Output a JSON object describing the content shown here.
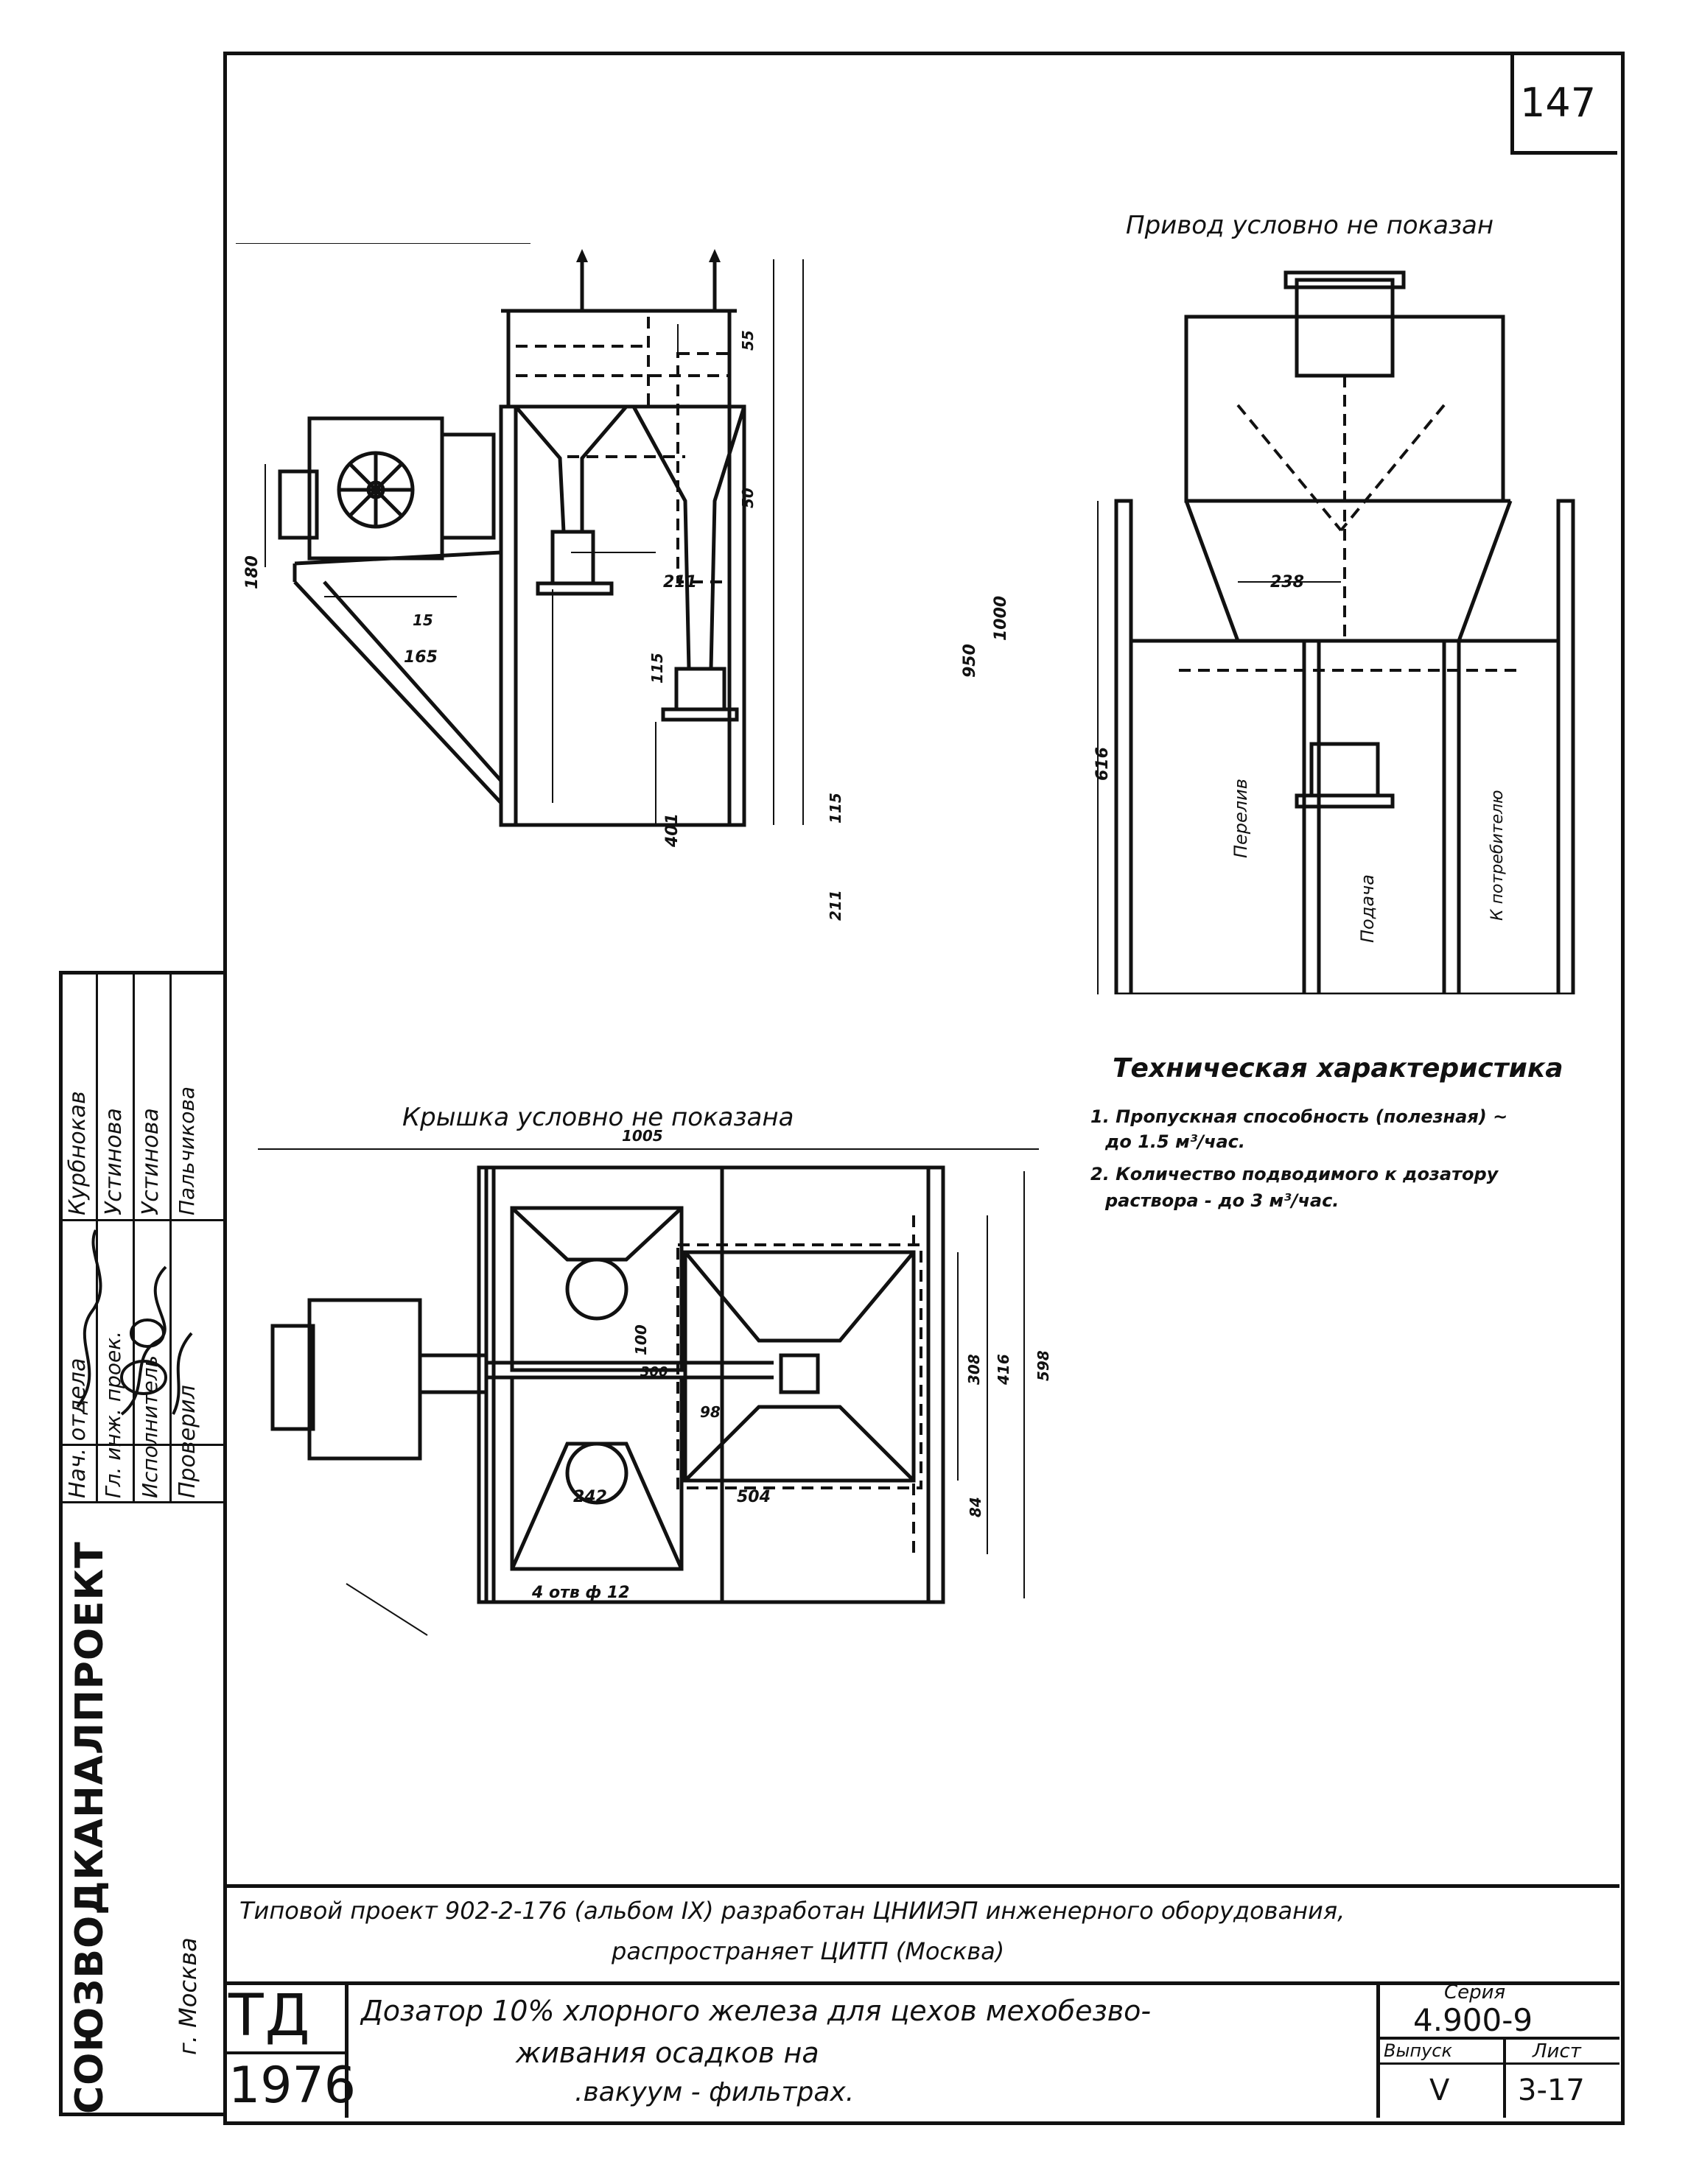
{
  "sheet_number": "147",
  "drive_note": "Привод условно не показан",
  "lid_note": "Крышка условно не показана",
  "tech": {
    "title": "Техническая характеристика",
    "item1_line1": "1. Пропускная способность (полезная) ~",
    "item1_line2": "до 1.5 м³/час.",
    "item2_line1": "2. Количество подводимого к дозатору",
    "item2_line2": "раствора - до 3 м³/час."
  },
  "dims": {
    "d180": "180",
    "d211_top": "211",
    "d15": "15",
    "d165": "165",
    "d115a": "115",
    "d401": "401",
    "d115b": "115",
    "d211": "211",
    "d950": "950",
    "d1000": "1000",
    "d55": "55",
    "d50": "50",
    "d238": "238",
    "d616": "616",
    "perелiv": "Перелив",
    "podacha": "Подача",
    "k_potr": "К потребителю",
    "d1005": "1005",
    "d100": "100",
    "d300": "300",
    "d98": "98",
    "d242": "242",
    "d504": "504",
    "d84": "84",
    "d308": "308",
    "d416": "416",
    "d598": "598",
    "holes": "4 отв ф 12"
  },
  "stamp": {
    "org": "СОЮЗВОДКАНАЛПРОЕКТ",
    "city": "г. Москва",
    "roles": [
      "Нач. отдела",
      "Гл. инж. проек.",
      "Исполнитель",
      "Проверил"
    ],
    "names": [
      "Курбнокав",
      "Устинова",
      "Устинова",
      "Пальчикова"
    ]
  },
  "project_line1": "Типовой проект 902-2-176 (альбом IX) разработан ЦНИИЭП инженерного оборудования,",
  "project_line2": "распространяет ЦИТП (Москва)",
  "td": "ТД",
  "year": "1976",
  "title_line1": "Дозатор 10% хлорного железа для цехов мехобезво-",
  "title_line2": "живания осадков на",
  "title_line3": ".вакуум - фильтрах.",
  "series_label": "Серия",
  "series_value": "4.900-9",
  "issue_label": "Выпуск",
  "issue_value": "V",
  "sheet_label": "Лист",
  "sheet_value": "3-17"
}
